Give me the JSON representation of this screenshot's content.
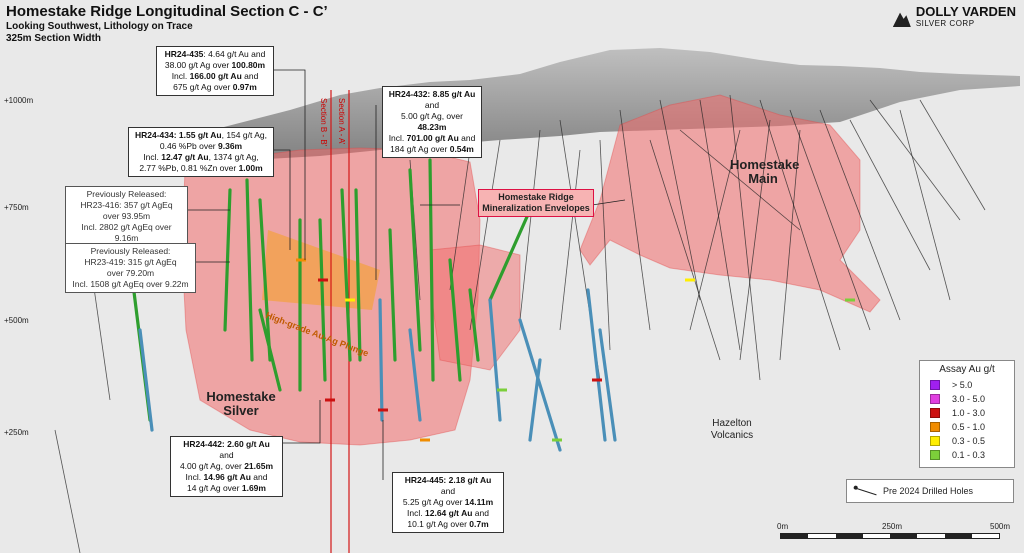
{
  "header": {
    "title": "Homestake Ridge Longitudinal Section C - C’",
    "subtitle_1": "Looking Southwest, Lithology on Trace",
    "subtitle_2": "325m Section Width"
  },
  "logo": {
    "name": "DOLLY VARDEN",
    "tagline": "SILVER CORP"
  },
  "elevations": [
    "+1000m",
    "+750m",
    "+500m",
    "+250m"
  ],
  "sections": {
    "b": "Section B - B’",
    "a": "Section A - A’"
  },
  "callouts": {
    "hr24_435": {
      "l1_b": "HR24-435",
      "l1": ": 4.64 g/t Au and",
      "l2": "38.00 g/t Ag over ",
      "l2_b": "100.80m",
      "l3": "Incl. ",
      "l3_b": "166.00 g/t Au",
      "l3_e": " and",
      "l4": "675 g/t Ag over ",
      "l4_b": "0.97m"
    },
    "hr24_434": {
      "l1_b": "HR24-434: 1.55 g/t Au",
      "l1": ", 154 g/t Ag,",
      "l2": "0.46 %Pb over ",
      "l2_b": "9.36m",
      "l3": "Incl. ",
      "l3_b": "12.47 g/t Au",
      "l3_e": ", 1374 g/t Ag,",
      "l4": "2.77 %Pb, 0.81 %Zn over ",
      "l4_b": "1.00m"
    },
    "hr24_432": {
      "l1_b": "HR24-432: 8.85 g/t Au",
      "l1": " and",
      "l2": "5.00 g/t Ag, over ",
      "l2_b": "48.23m",
      "l3": "Incl. ",
      "l3_b": "701.00 g/t Au",
      "l3_e": " and",
      "l4": "184 g/t Ag over ",
      "l4_b": "0.54m"
    },
    "hr23_416": {
      "l1": "Previously Released:",
      "l2": "HR23-416: 357 g/t AgEq",
      "l3": "over 93.95m",
      "l4": "Incl. 2802 g/t AgEq over 9.16m"
    },
    "hr23_419": {
      "l1": "Previously Released:",
      "l2": "HR23-419: 315 g/t AgEq",
      "l3": "over 79.20m",
      "l4": "Incl. 1508 g/t AgEq over 9.22m"
    },
    "hr24_442": {
      "l1_b": "HR24-442: 2.60 g/t Au",
      "l1": " and",
      "l2": "4.00 g/t Ag, over ",
      "l2_b": "21.65m",
      "l3": "Incl. ",
      "l3_b": "14.96 g/t Au",
      "l3_e": " and",
      "l4": "14 g/t Ag over ",
      "l4_b": "1.69m"
    },
    "hr24_445": {
      "l1_b": "HR24-445: 2.18 g/t Au",
      "l1": " and",
      "l2": "5.25  g/t Ag over ",
      "l2_b": "14.11m",
      "l3": "Incl. ",
      "l3_b": "12.64 g/t Au",
      "l3_e": " and",
      "l4": "10.1 g/t Ag over ",
      "l4_b": "0.7m"
    }
  },
  "labels": {
    "envelope": "Homestake Ridge Mineralization Envelopes",
    "homestake_main": "Homestake Main",
    "homestake_silver": "Homestake Silver",
    "hazelton": "Hazelton Volcanics",
    "plunge": "High-grade Au-Ag Plunge"
  },
  "legend": {
    "title": "Assay Au g/t",
    "items": [
      {
        "label": "> 5.0",
        "color": "#a020f0"
      },
      {
        "label": "3.0 - 5.0",
        "color": "#e040e0"
      },
      {
        "label": "1.0 - 3.0",
        "color": "#cc1111"
      },
      {
        "label": "0.5 - 1.0",
        "color": "#f08c00"
      },
      {
        "label": "0.3 - 0.5",
        "color": "#ffee00"
      },
      {
        "label": "0.1 - 0.3",
        "color": "#7ccf3a"
      }
    ]
  },
  "pre_holes_label": "Pre 2024 Drilled Holes",
  "scale": {
    "s0": "0m",
    "s1": "250m",
    "s2": "500m"
  },
  "colors": {
    "envelope_fill": "#f26b6b",
    "hole_green": "#2e9e2e",
    "hole_blue": "#4a8fb8",
    "terrain": "#9a9a9a"
  }
}
